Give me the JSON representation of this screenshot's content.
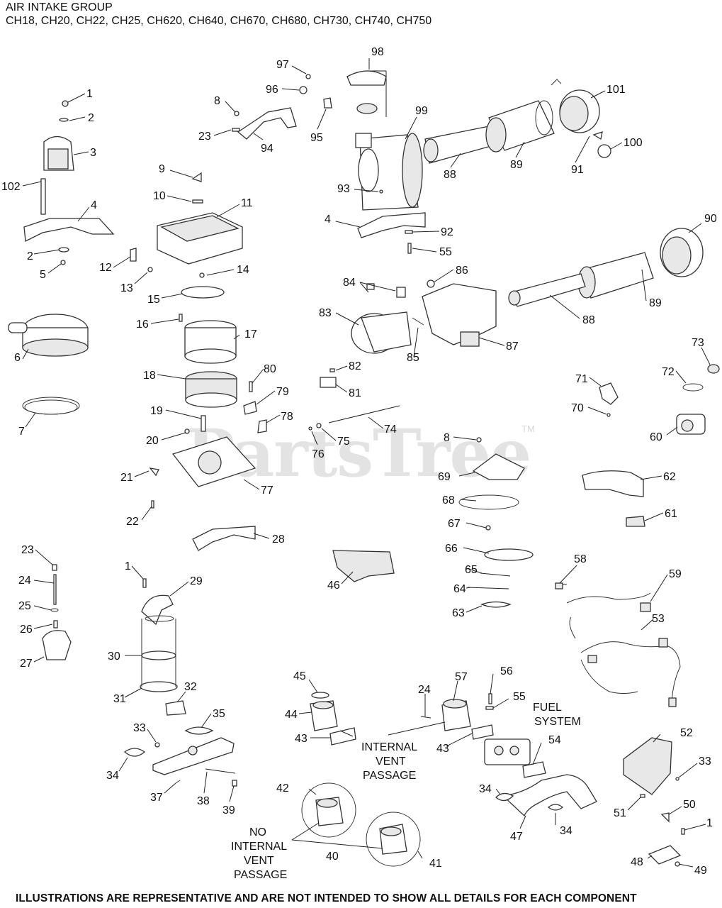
{
  "header": {
    "title": "AIR INTAKE GROUP",
    "models": "CH18, CH20, CH22, CH25, CH620, CH640, CH670, CH680, CH730, CH740, CH750"
  },
  "watermark": {
    "text": "PartsTree",
    "tm": "TM"
  },
  "footer": "ILLUSTRATIONS ARE REPRESENTATIVE AND ARE NOT INTENDED TO SHOW ALL DETAILS FOR EACH COMPONENT",
  "notes": {
    "internal_vent": [
      "INTERNAL",
      "VENT",
      "PASSAGE"
    ],
    "no_internal_vent": [
      "NO",
      "INTERNAL",
      "VENT",
      "PASSAGE"
    ],
    "fuel_system": [
      "FUEL",
      "SYSTEM"
    ]
  },
  "part_labels": [
    "1",
    "2",
    "3",
    "102",
    "4",
    "2",
    "5",
    "6",
    "7",
    "8",
    "23",
    "94",
    "97",
    "96",
    "98",
    "95",
    "99",
    "88",
    "89",
    "101",
    "91",
    "100",
    "9",
    "10",
    "11",
    "12",
    "13",
    "14",
    "15",
    "16",
    "17",
    "18",
    "19",
    "20",
    "21",
    "22",
    "93",
    "4",
    "92",
    "55",
    "90",
    "89",
    "88",
    "86",
    "84",
    "83",
    "85",
    "87",
    "82",
    "81",
    "80",
    "79",
    "78",
    "74",
    "75",
    "76",
    "77",
    "73",
    "72",
    "71",
    "70",
    "60",
    "8",
    "69",
    "62",
    "68",
    "61",
    "67",
    "66",
    "65",
    "28",
    "46",
    "58",
    "59",
    "64",
    "63",
    "53",
    "23",
    "24",
    "25",
    "26",
    "27",
    "1",
    "29",
    "30",
    "31",
    "32",
    "35",
    "33",
    "34",
    "37",
    "38",
    "39",
    "45",
    "44",
    "43",
    "57",
    "24",
    "56",
    "55",
    "43",
    "54",
    "52",
    "42",
    "34",
    "47",
    "34",
    "33",
    "51",
    "50",
    "40",
    "41",
    "1",
    "48",
    "49"
  ]
}
